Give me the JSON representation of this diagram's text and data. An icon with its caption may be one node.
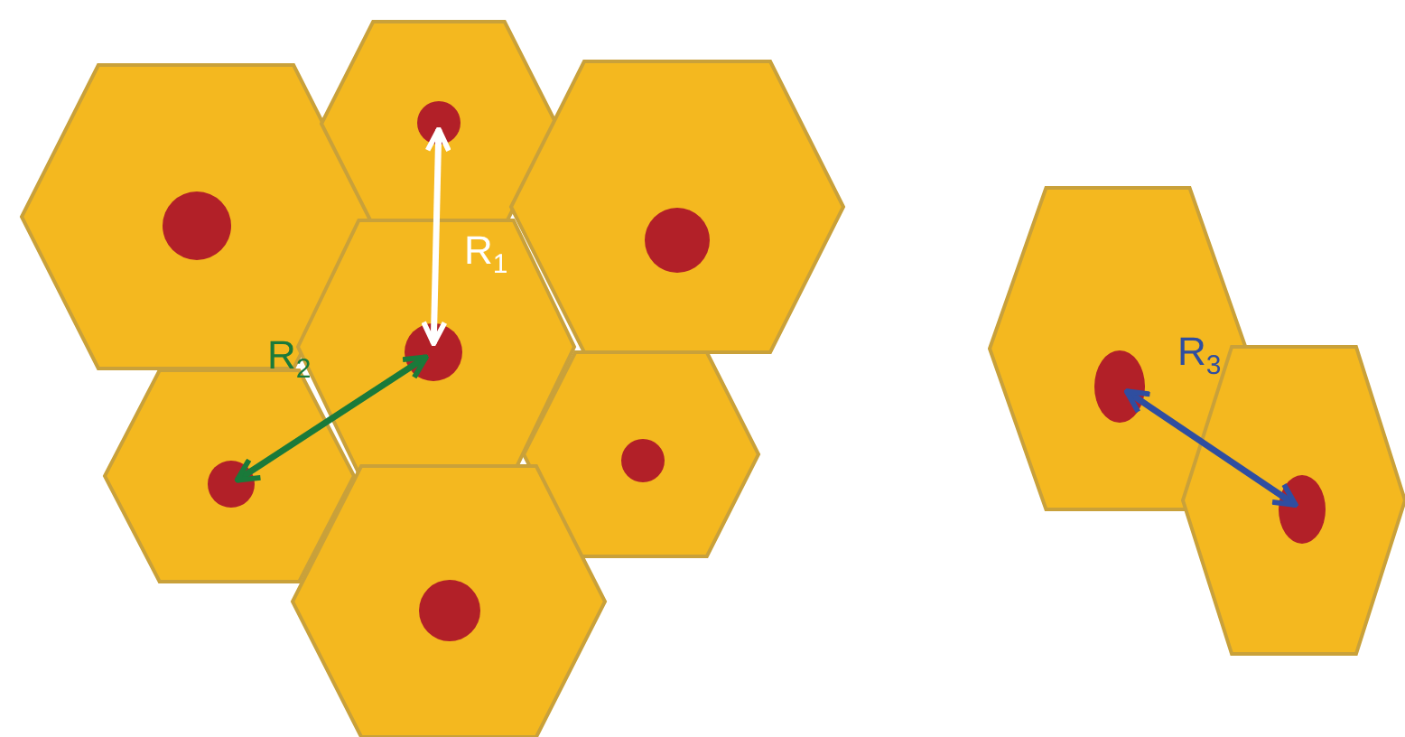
{
  "diagram": {
    "nodes": [
      {
        "text": [],
        "shape": "hexagon"
      },
      {
        "text": [],
        "shape": "hexagon"
      },
      {
        "text": [],
        "shape": "hexagon"
      },
      {
        "text": [],
        "shape": "hexagon"
      },
      {
        "text": [],
        "shape": "hexagon"
      },
      {
        "text": [],
        "shape": "hexagon"
      },
      {
        "text": [],
        "shape": "hexagon"
      },
      {
        "text": [],
        "shape": "hexagon"
      },
      {
        "text": [],
        "shape": "hexagon"
      },
      {
        "text": [],
        "shape": "circle",
        "in": 0
      },
      {
        "text": [],
        "shape": "circle",
        "in": 1
      },
      {
        "text": [],
        "shape": "circle",
        "in": 2
      },
      {
        "text": [],
        "shape": "circle",
        "in": 3
      },
      {
        "text": [],
        "shape": "circle",
        "in": 4
      },
      {
        "text": [],
        "shape": "circle",
        "in": 5
      },
      {
        "text": [],
        "shape": "circle",
        "in": 6
      },
      {
        "text": [],
        "shape": "ellipse",
        "in": 7
      },
      {
        "text": [],
        "shape": "ellipse",
        "in": 8
      }
    ],
    "edges": [
      {
        "from": 10,
        "to": 12,
        "arrow": "both",
        "label": "R$_{1}$",
        "color": "#ffffff"
      },
      {
        "from": 12,
        "to": 13,
        "arrow": "both",
        "label": "R$_{2}$",
        "color": "#1a7a3a"
      },
      {
        "from": 16,
        "to": 17,
        "arrow": "both",
        "label": "R$_{3}$",
        "color": "#2f4ea0"
      }
    ]
  }
}
